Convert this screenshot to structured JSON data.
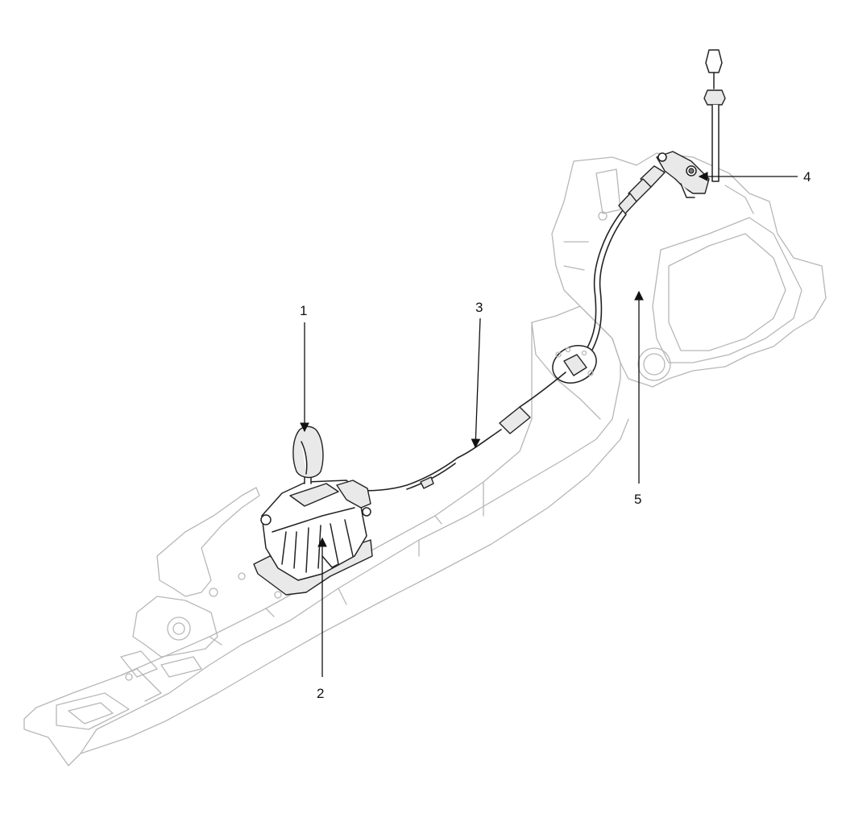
{
  "callouts": {
    "c1": "1",
    "c2": "2",
    "c3": "3",
    "c4": "4",
    "c5": "5"
  },
  "colors": {
    "line": "#222222",
    "ghost": "#b7b7b7",
    "background": "#ffffff"
  }
}
